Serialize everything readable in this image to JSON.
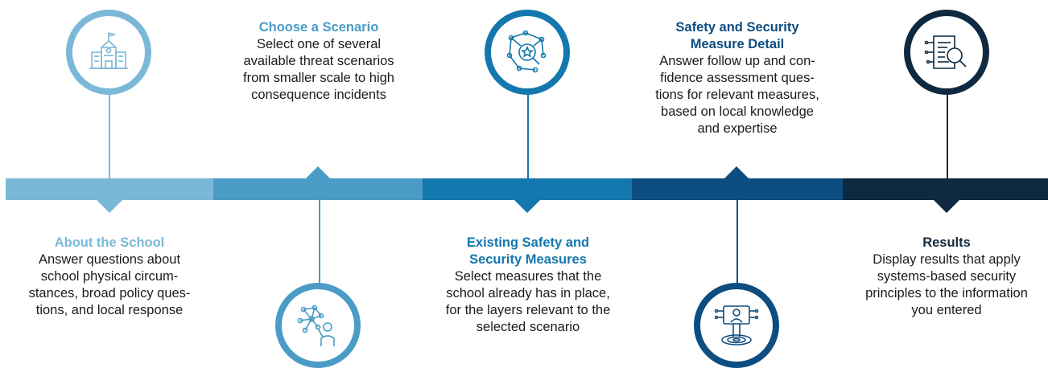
{
  "steps": [
    {
      "title": "About the School",
      "body": "Answer questions about\nschool physical circum-\nstances, broad policy ques-\ntions, and local response",
      "color": "#7bb8d8",
      "icon": "school-building-icon"
    },
    {
      "title": "Choose a Scenario",
      "body": "Select one of several\navailable threat scenarios\nfrom smaller scale to high\nconsequence incidents",
      "color": "#4a9cc7",
      "icon": "network-hand-icon"
    },
    {
      "title": "Existing Safety and\nSecurity Measures",
      "body": "Select measures that the\nschool already has in place,\nfor the layers relevant to the\nselected scenario",
      "color": "#1477ad",
      "icon": "network-magnifier-icon"
    },
    {
      "title": "Safety and Security\nMeasure Detail",
      "body": "Answer follow up and con-\nfidence assessment ques-\ntions for relevant measures,\nbased on local knowledge\nand expertise",
      "color": "#0d4d80",
      "icon": "person-target-icon"
    },
    {
      "title": "Results",
      "body": "Display results that apply\nsystems-based security\nprinciples to the information\nyou entered",
      "color": "#0f2a40",
      "icon": "document-search-icon"
    }
  ]
}
